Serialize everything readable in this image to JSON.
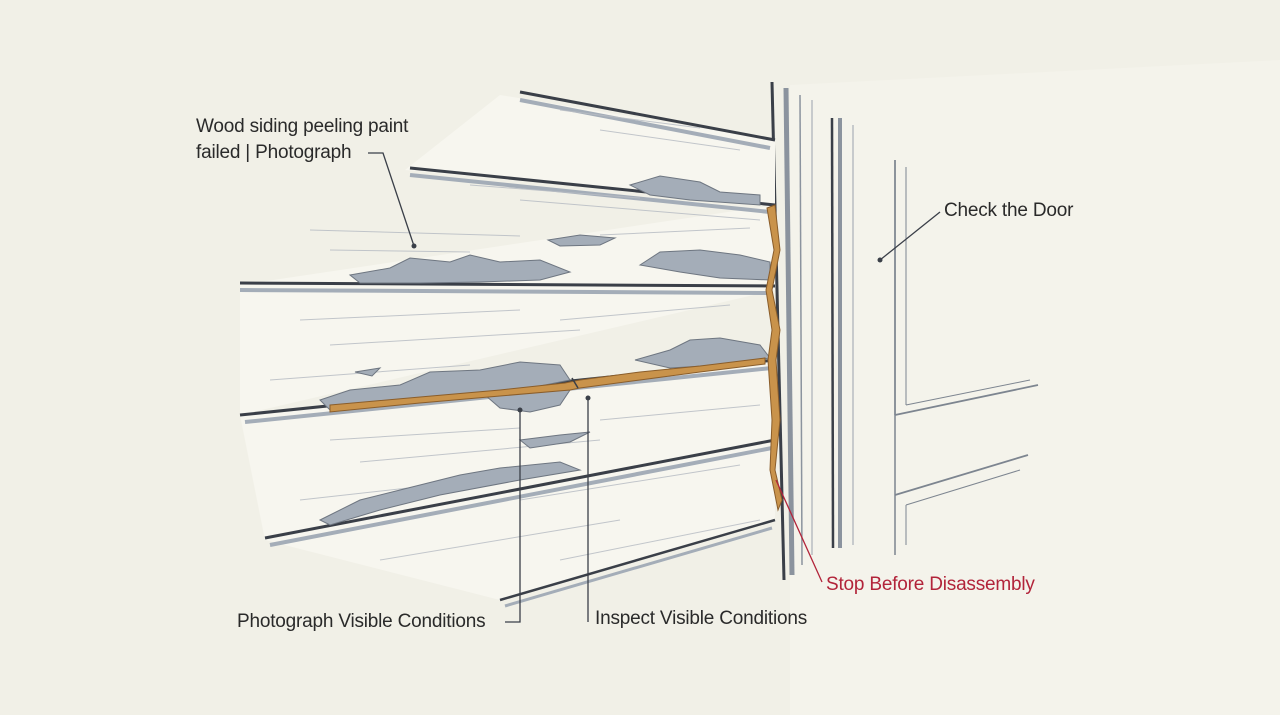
{
  "annotations": {
    "siding": {
      "line1": "Wood siding peeling paint",
      "line2": "failed | Photograph"
    },
    "door": {
      "text": "Check the Door"
    },
    "stop": {
      "text": "Stop Before Disassembly"
    },
    "photograph": {
      "text": "Photograph Visible Conditions"
    },
    "inspect": {
      "text": "Inspect Visible Conditions"
    }
  },
  "colors": {
    "background": "#f1f0e7",
    "board": "#f6f5ee",
    "ink": "#3a3f48",
    "exposed_primer": "#a4adb8",
    "gap_caulk": "#c9934b",
    "warning": "#b2243a"
  }
}
